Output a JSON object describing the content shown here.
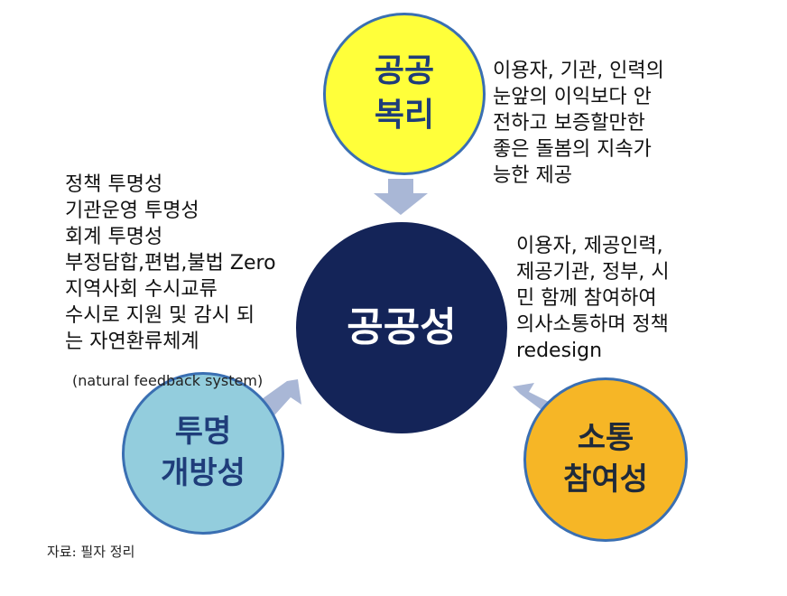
{
  "circles": {
    "top": {
      "line1": "공공",
      "line2": "복리",
      "color": "#ffff3a"
    },
    "center": {
      "label": "공공성",
      "color": "#142458"
    },
    "left": {
      "line1": "투명",
      "line2": "개방성",
      "color": "#93cddd"
    },
    "right": {
      "line1": "소통",
      "line2": "참여성",
      "color": "#f6b626"
    }
  },
  "texts": {
    "top_right": "이용자, 기관, 인력의\n눈앞의 이익보다 안\n전하고 보증할만한\n좋은 돌봄의 지속가\n능한 제공",
    "right": "이용자, 제공인력,\n제공기관, 정부, 시\n민 함께 참여하여\n의사소통하며 정책\nredesign",
    "left": "정책 투명성\n기관운영 투명성\n회계 투명성\n부정담합,편법,불법 Zero\n지역사회 수시교류\n수시로 지원 및 감시 되\n는 자연환류체계",
    "left_english": "(natural feedback system)"
  },
  "source": "자료: 필자 정리",
  "arrow_color": "#a9b7d6"
}
